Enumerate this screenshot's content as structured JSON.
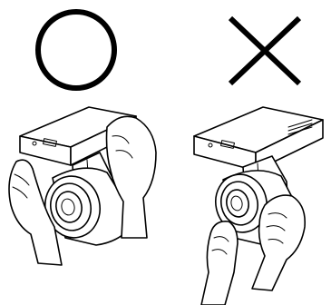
{
  "figure": {
    "panels": [
      {
        "id": "correct",
        "mark": "circle-o",
        "meaning": "correct"
      },
      {
        "id": "incorrect",
        "mark": "cross-x",
        "meaning": "incorrect"
      }
    ]
  }
}
